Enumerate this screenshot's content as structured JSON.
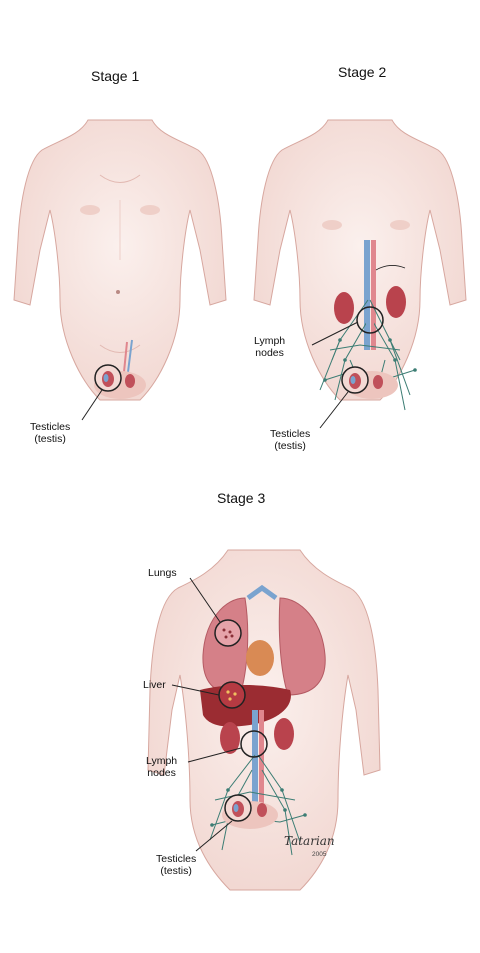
{
  "stages": [
    {
      "title": "Stage 1",
      "labels": {
        "testicles": [
          "Testicles",
          "(testis)"
        ]
      }
    },
    {
      "title": "Stage 2",
      "labels": {
        "lymph": [
          "Lymph",
          "nodes"
        ],
        "testicles": [
          "Testicles",
          "(testis)"
        ]
      }
    },
    {
      "title": "Stage 3",
      "labels": {
        "lungs": "Lungs",
        "liver": "Liver",
        "lymph": [
          "Lymph",
          "nodes"
        ],
        "testicles": [
          "Testicles",
          "(testis)"
        ]
      }
    }
  ],
  "signature": {
    "name": "Tatarian",
    "year": "2005"
  },
  "colors": {
    "skin": "#f5e3df",
    "skin_edge": "#d7a79f",
    "organ": "#c0505a",
    "lung": "#d58088",
    "liver": "#9b2c32",
    "vessel_blue": "#7aa3cf",
    "vessel_red": "#e0878e",
    "lymph": "#3c7d74"
  }
}
